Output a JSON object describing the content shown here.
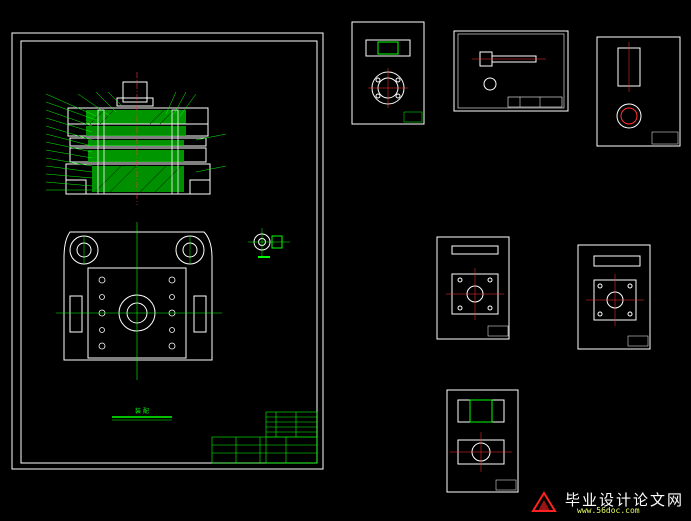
{
  "watermark": {
    "title": "毕业设计论文网",
    "url": "www.56doc.com"
  },
  "colors": {
    "background": "#000000",
    "frame": "#ffffff",
    "geometry": "#00ff00",
    "dim": "#00ffff",
    "center": "#ff3333",
    "section": "#00c000"
  },
  "main_sheet": {
    "view_title": "装 配"
  }
}
